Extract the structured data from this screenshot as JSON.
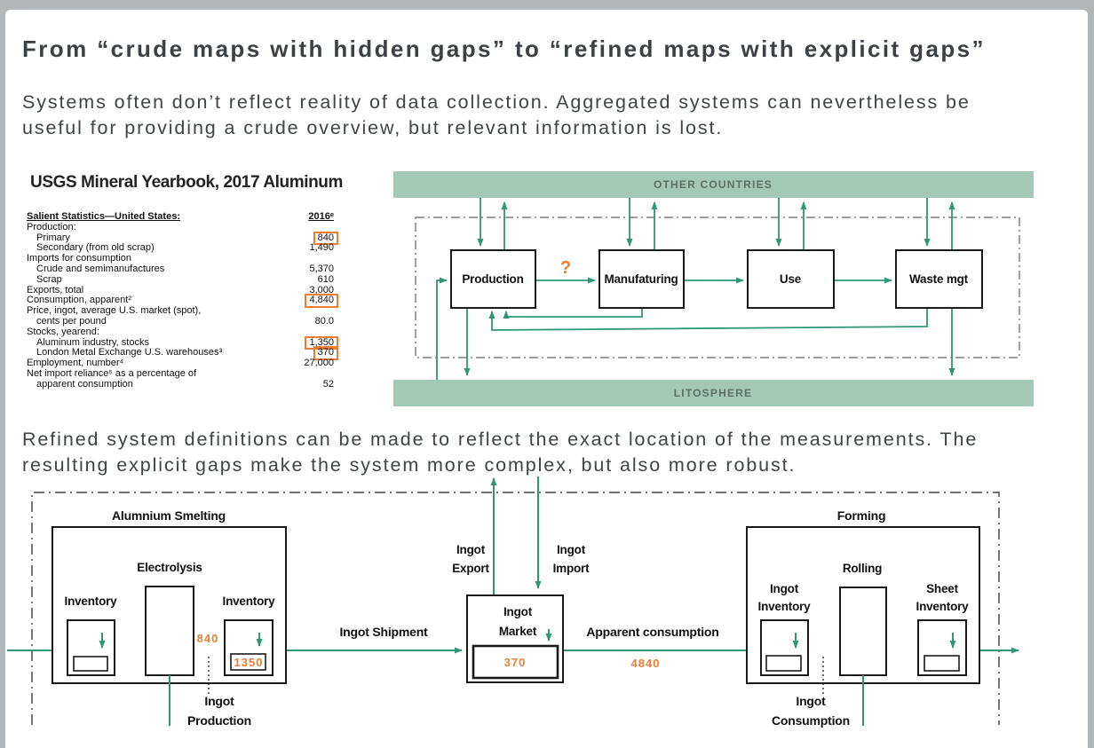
{
  "page": {
    "title": "From “crude maps with hidden gaps” to “refined maps with explicit gaps”",
    "para1_lines": [
      "Systems often don’t reflect reality of data collection. Aggregated systems can nevertheless be",
      "useful for providing a crude overview, but relevant information is lost."
    ],
    "para2_lines": [
      "Refined system definitions can be made to reflect the exact location of the measurements. The",
      "resulting explicit gaps make the system more complex, but also more robust."
    ]
  },
  "colors": {
    "accent_green_bar": "#a3c9b6",
    "arrow_green": "#2f9678",
    "highlight_orange": "#ed7d31"
  },
  "usgs_table": {
    "title": "USGS Mineral Yearbook, 2017 Aluminum",
    "header": {
      "label": "Salient Statistics—United States:",
      "value": "2016ᵉ"
    },
    "rows": [
      {
        "label": "Production:",
        "value": "",
        "indent": 0,
        "boxed": false
      },
      {
        "label": "Primary",
        "value": "840",
        "indent": 1,
        "boxed": true
      },
      {
        "label": "Secondary (from old scrap)",
        "value": "1,490",
        "indent": 1,
        "boxed": false
      },
      {
        "label": "Imports for consumption",
        "value": "",
        "indent": 0,
        "boxed": false
      },
      {
        "label": "Crude and semimanufactures",
        "value": "5,370",
        "indent": 1,
        "boxed": false
      },
      {
        "label": "Scrap",
        "value": "610",
        "indent": 1,
        "boxed": false
      },
      {
        "label": "Exports, total",
        "value": "3,000",
        "indent": 0,
        "boxed": false
      },
      {
        "label": "Consumption, apparent²",
        "value": "4,840",
        "indent": 0,
        "boxed": true
      },
      {
        "label": "Price, ingot, average U.S. market (spot),",
        "value": "",
        "indent": 0,
        "boxed": false
      },
      {
        "label": "cents per pound",
        "value": "80.0",
        "indent": 1,
        "boxed": false
      },
      {
        "label": "Stocks, yearend:",
        "value": "",
        "indent": 0,
        "boxed": false
      },
      {
        "label": "Aluminum industry, stocks",
        "value": "1,350",
        "indent": 1,
        "boxed": true
      },
      {
        "label": "London Metal Exchange U.S. warehouses³",
        "value": "370",
        "indent": 1,
        "boxed": true
      },
      {
        "label": "Employment, number⁴",
        "value": "27,000",
        "indent": 0,
        "boxed": false
      },
      {
        "label": "Net import reliance⁵ as a percentage of",
        "value": "",
        "indent": 0,
        "boxed": false
      },
      {
        "label": "apparent consumption",
        "value": "52",
        "indent": 1,
        "boxed": false
      }
    ]
  },
  "crude_diagram": {
    "top_bar": "OTHER COUNTRIES",
    "bottom_bar": "LITOSPHERE",
    "boxes": {
      "production": "Production",
      "manufacturing": "Manufaturing",
      "use": "Use",
      "waste": "Waste mgt"
    },
    "unknown_flow": "?"
  },
  "refined_diagram": {
    "smelting_title": "Alumnium Smelting",
    "electrolysis": "Electrolysis",
    "inventory": "Inventory",
    "forming_title": "Forming",
    "rolling": "Rolling",
    "ingot": "Ingot",
    "sheet": "Sheet",
    "export": "Export",
    "import": "Import",
    "market": "Market",
    "production": "Production",
    "consumption": "Consumption",
    "ingot_shipment": "Ingot Shipment",
    "apparent_consumption": "Apparent consumption",
    "values": {
      "flow_840": "840",
      "stock_1350": "1350",
      "stock_370": "370",
      "flow_4840": "4840"
    }
  }
}
